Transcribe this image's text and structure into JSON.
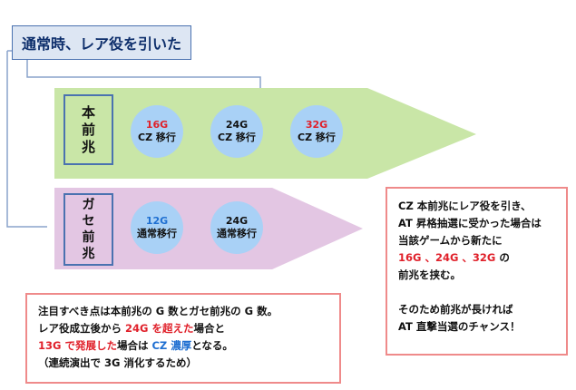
{
  "title": "通常時、レア役を引いた",
  "honzencho": {
    "label": [
      "本",
      "前",
      "兆"
    ],
    "circles": [
      {
        "g": "16G",
        "g_color": "red",
        "text": "CZ 移行"
      },
      {
        "g": "24G",
        "g_color": "black",
        "text": "CZ 移行"
      },
      {
        "g": "32G",
        "g_color": "red",
        "text": "CZ 移行"
      }
    ]
  },
  "gase": {
    "label": [
      "ガ",
      "セ",
      "前",
      "兆"
    ],
    "circles": [
      {
        "g": "12G",
        "g_color": "blue",
        "text": "通常移行"
      },
      {
        "g": "24G",
        "g_color": "black",
        "text": "通常移行"
      }
    ]
  },
  "right_callout": {
    "line1": "CZ 本前兆にレア役を引き、",
    "line2": "AT 昇格抽選に受かった場合は",
    "line3": "当該ゲームから新たに",
    "line4_red": "16G 、24G 、32G",
    "line4_rest": " の",
    "line5": "前兆を挟む。",
    "line6": "そのため前兆が長ければ",
    "line7": "AT 直撃当選のチャンス！"
  },
  "bottom_callout": {
    "line1": "注目すべき点は本前兆の G 数とガセ前兆の G 数。",
    "line2_a": "レア役成立後から ",
    "line2_red": "24G を超えた",
    "line2_b": "場合と",
    "line3_red": "13G で発展した",
    "line3_a": "場合は ",
    "line3_blue": "CZ 濃厚",
    "line3_b": "となる。",
    "line4": "（連続演出で 3G 消化するため）"
  },
  "colors": {
    "green_arrow": "#c9e6a7",
    "pink_arrow": "#e3c6e3",
    "circle": "#a9d1f6",
    "red": "#e0202a",
    "blue": "#1f6fd1",
    "callout_border": "#ef8a8a",
    "line": "#8aa3cc"
  }
}
